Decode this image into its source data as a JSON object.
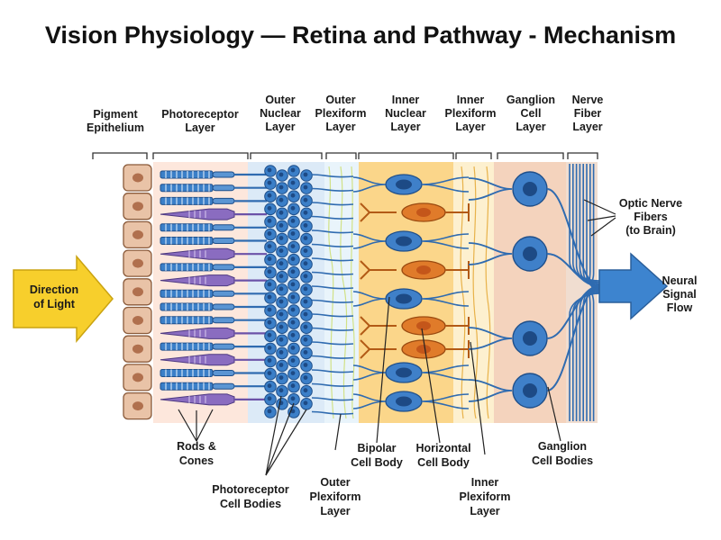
{
  "title": "Vision Physiology — Retina and Pathway - Mechanism",
  "colors": {
    "photoreceptor_blue": "#3b7fc8",
    "cone_purple": "#8a6cc0",
    "bipolar_blue": "#3f80c9",
    "horizontal_orange": "#e07b2a",
    "pigment_tan": "#e9c3a7",
    "inner_nuclear_bg": "#fbd68a",
    "light_arrow_yellow": "#f7cf2c",
    "signal_arrow_blue": "#3d84cf"
  },
  "top_labels": {
    "pigment": [
      "Pigment",
      "Epithelium"
    ],
    "photoreceptor": [
      "Photoreceptor",
      "Layer"
    ],
    "outer_nuclear": [
      "Outer",
      "Nuclear",
      "Layer"
    ],
    "outer_plexiform": [
      "Outer",
      "Plexiform",
      "Layer"
    ],
    "inner_nuclear": [
      "Inner",
      "Nuclear",
      "Layer"
    ],
    "inner_plexiform": [
      "Inner",
      "Plexiform",
      "Layer"
    ],
    "ganglion": [
      "Ganglion",
      "Cell",
      "Layer"
    ],
    "nerve_fiber": [
      "Nerve",
      "Fiber",
      "Layer"
    ]
  },
  "side_labels": {
    "optic_nerve": [
      "Optic Nerve",
      "Fibers",
      "(to Brain)"
    ],
    "neural_signal": [
      "Neural",
      "Signal",
      "Flow"
    ]
  },
  "direction_of_light": [
    "Direction",
    "of Light"
  ],
  "bottom_labels": {
    "rods_cones": [
      "Rods &",
      "Cones"
    ],
    "photoreceptor_bodies": [
      "Photoreceptor",
      "Cell Bodies"
    ],
    "outer_plexiform": [
      "Outer",
      "Plexiform",
      "Layer"
    ],
    "bipolar": [
      "Bipolar",
      "Cell Body"
    ],
    "horizontal": [
      "Horizontal",
      "Cell Body"
    ],
    "inner_plexiform": [
      "Inner",
      "Plexiform",
      "Layer"
    ],
    "ganglion_bodies": [
      "Ganglion",
      "Cell Bodies"
    ]
  }
}
